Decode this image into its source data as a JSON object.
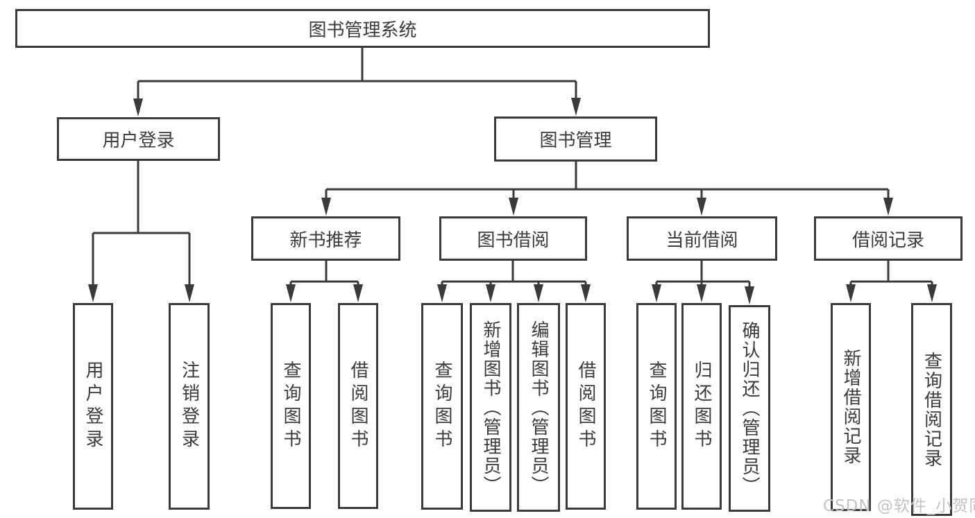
{
  "colors": {
    "line": "#3a3a3a",
    "text": "#3b3b3b",
    "background": "#ffffff",
    "watermark": "#c2c2c2"
  },
  "watermark": "CSDN @软件_小贺同学",
  "nodes": {
    "root": "图书管理系统",
    "user_login": "用户登录",
    "book_management": "图书管理",
    "new_book_recommend": "新书推荐",
    "book_borrowing": "图书借阅",
    "current_borrowing": "当前借阅",
    "borrowing_records": "借阅记录",
    "ul_login": "用户登录",
    "ul_logout": "注销登录",
    "nb_query_books": "查询图书",
    "nb_borrow_books": "借阅图书",
    "bb_query_books": "查询图书",
    "bb_add_books": "新增图书（管理员）",
    "bb_edit_books": "编辑图书（管理员）",
    "bb_borrow_books": "借阅图书",
    "cb_query_books": "查询图书",
    "cb_return_books": "归还图书",
    "cb_confirm_return": "确认归还（管理员）",
    "br_add_record": "新增借阅记录",
    "br_query_record": "查询借阅记录"
  },
  "hierarchy": {
    "图书管理系统": [
      "用户登录",
      "图书管理"
    ],
    "用户登录": [
      "用户登录",
      "注销登录"
    ],
    "图书管理": [
      "新书推荐",
      "图书借阅",
      "当前借阅",
      "借阅记录"
    ],
    "新书推荐": [
      "查询图书",
      "借阅图书"
    ],
    "图书借阅": [
      "查询图书",
      "新增图书（管理员）",
      "编辑图书（管理员）",
      "借阅图书"
    ],
    "当前借阅": [
      "查询图书",
      "归还图书",
      "确认归还（管理员）"
    ],
    "借阅记录": [
      "新增借阅记录",
      "查询借阅记录"
    ]
  }
}
